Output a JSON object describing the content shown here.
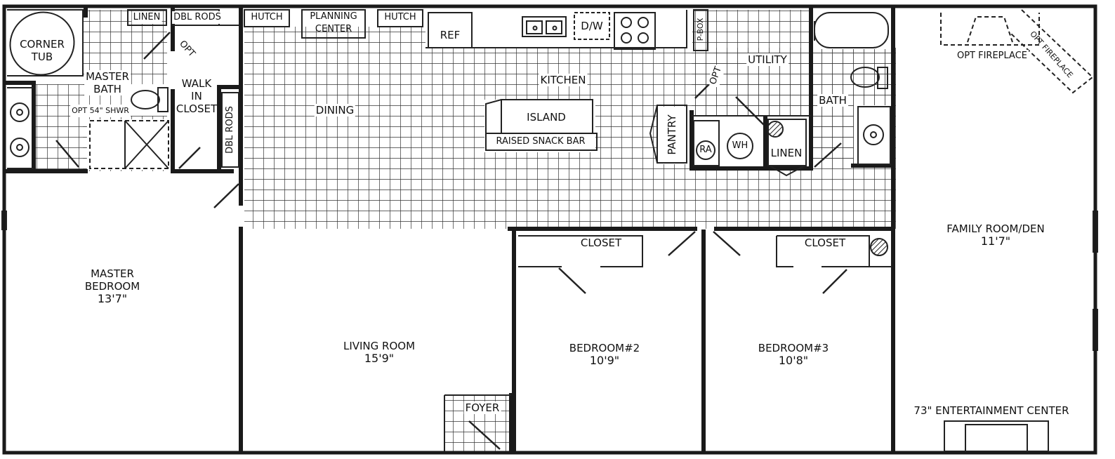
{
  "rooms": {
    "master_bedroom": {
      "name": "MASTER\nBEDROOM",
      "size": "13'7\""
    },
    "living_room": {
      "name": "LIVING ROOM",
      "size": "15'9\""
    },
    "bedroom2": {
      "name": "BEDROOM#2",
      "size": "10'9\""
    },
    "bedroom3": {
      "name": "BEDROOM#3",
      "size": "10'8\""
    },
    "family_room": {
      "name": "FAMILY ROOM/DEN",
      "size": "11'7\""
    },
    "kitchen": "KITCHEN",
    "dining": "DINING",
    "utility": "UTILITY",
    "bath": "BATH",
    "master_bath": "MASTER\nBATH",
    "walk_in_closet": "WALK\nIN\nCLOSET",
    "foyer": "FOYER"
  },
  "fixtures": {
    "corner_tub": "CORNER\nTUB",
    "linen_top": "LINEN",
    "dbl_rods_top": "DBL RODS",
    "dbl_rods_side": "DBL RODS",
    "opt_shower": "OPT 54\" SHWR",
    "opt_top": "OPT",
    "opt_utility": "OPT",
    "hutch_left": "HUTCH",
    "planning_center": "PLANNING\nCENTER",
    "hutch_right": "HUTCH",
    "ref": "REF",
    "dw": "D/W",
    "pbox": "P-BOX",
    "island": "ISLAND",
    "snack_bar": "RAISED SNACK BAR",
    "pantry": "PANTRY",
    "ra": "RA",
    "wh": "WH",
    "linen_utility": "LINEN",
    "closet_b2": "CLOSET",
    "closet_b3": "CLOSET",
    "opt_fireplace": "OPT FIREPLACE",
    "opt_fireplace_diag": "OPT FIREPLACE",
    "entertainment_center": "73\" ENTERTAINMENT CENTER"
  },
  "colors": {
    "wall": "#1a1a1a",
    "line": "#222222",
    "tile": "#333333",
    "paper": "#ffffff"
  }
}
